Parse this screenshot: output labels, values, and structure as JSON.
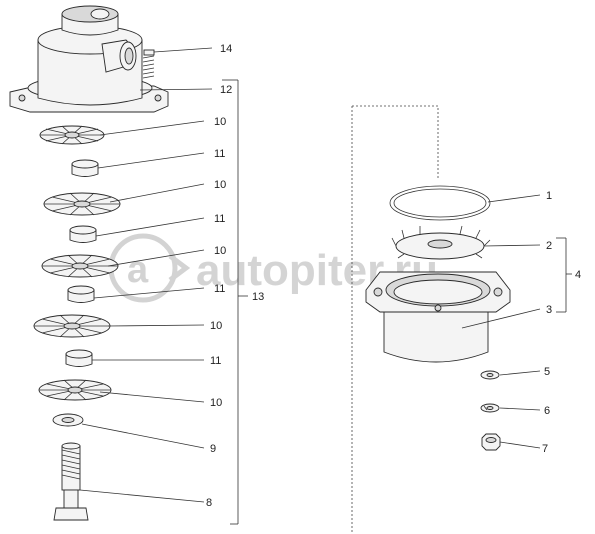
{
  "callouts": {
    "c1": "1",
    "c2": "2",
    "c3": "3",
    "c4": "4",
    "c5": "5",
    "c6": "6",
    "c7": "7",
    "c8": "8",
    "c9": "9",
    "c10a": "10",
    "c10b": "10",
    "c10c": "10",
    "c10d": "10",
    "c10e": "10",
    "c11a": "11",
    "c11b": "11",
    "c11c": "11",
    "c11d": "11",
    "c12": "12",
    "c13": "13",
    "c14": "14"
  },
  "watermark": {
    "text": "autopiter.ru",
    "color": "#c8c8c8"
  }
}
